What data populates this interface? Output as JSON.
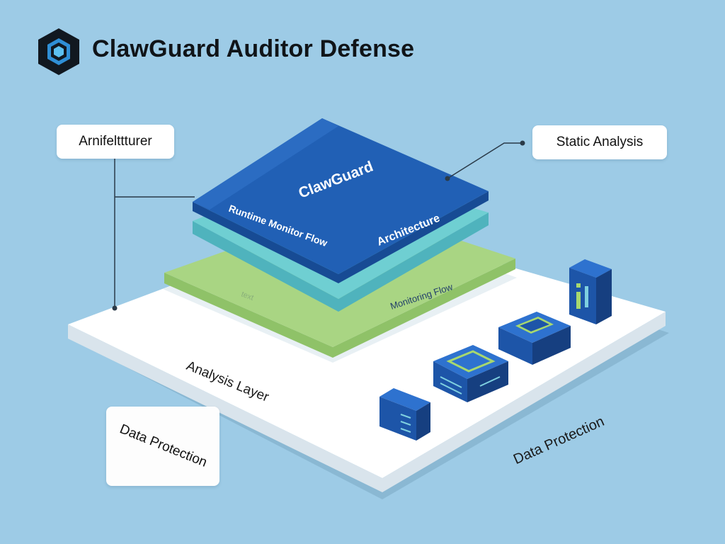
{
  "title": "ClawGuard Auditor Defense",
  "callouts": {
    "architecture": "Arnifelttturer",
    "static_analysis": "Static Analysis",
    "data_protection": "Data Protection"
  },
  "top_layer": {
    "name": "ClawGuard",
    "left_text": "Runtime Monitor Flow",
    "right_text": "Architecture"
  },
  "green_layer": {
    "text": "Monitoring Flow"
  },
  "base_labels": {
    "analysis_layer": "Analysis Layer",
    "data_protection": "Data Protection"
  },
  "colors": {
    "background": "#9dcbe6",
    "top_layer": "#1f5cb0",
    "teal_layer": "#5fc3c8",
    "green_layer": "#a6d27f",
    "base": "#ffffff",
    "device": "#1d55a8"
  }
}
